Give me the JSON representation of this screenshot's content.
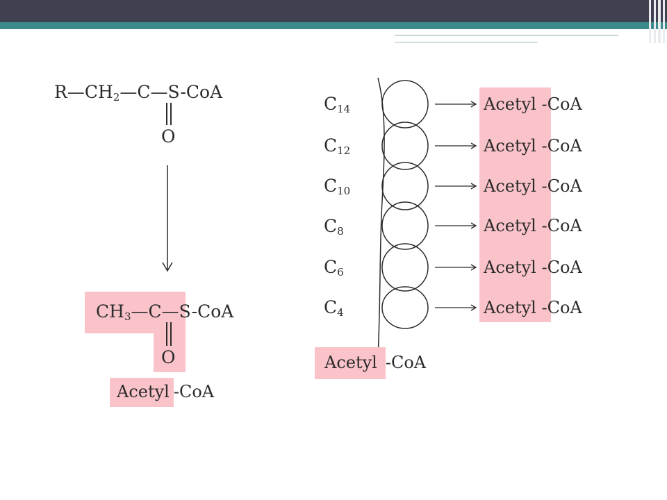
{
  "colors": {
    "highlight": "#f9c3c9",
    "header": "#3f4150",
    "accent": "#3d8a8a"
  },
  "left": {
    "top_formula": {
      "prefix": "R—CH",
      "sub": "2",
      "mid": "—C—S-CoA",
      "oxygen": "O"
    },
    "bottom_formula": {
      "prefix": "CH",
      "sub": "3",
      "mid": "—C—S-CoA",
      "oxygen": "O"
    },
    "product": {
      "acetyl": "Acetyl",
      "coa": "-CoA"
    }
  },
  "right": {
    "carbons": [
      {
        "c": "C",
        "n": "14"
      },
      {
        "c": "C",
        "n": "12"
      },
      {
        "c": "C",
        "n": "10"
      },
      {
        "c": "C",
        "n": "8"
      },
      {
        "c": "C",
        "n": "6"
      },
      {
        "c": "C",
        "n": "4"
      }
    ],
    "products": [
      {
        "acetyl": "Acetyl",
        "coa": "-CoA"
      },
      {
        "acetyl": "Acetyl",
        "coa": "-CoA"
      },
      {
        "acetyl": "Acetyl",
        "coa": "-CoA"
      },
      {
        "acetyl": "Acetyl",
        "coa": "-CoA"
      },
      {
        "acetyl": "Acetyl",
        "coa": "-CoA"
      },
      {
        "acetyl": "Acetyl",
        "coa": "-CoA"
      }
    ],
    "final": {
      "acetyl": "Acetyl",
      "coa": "-CoA"
    }
  }
}
